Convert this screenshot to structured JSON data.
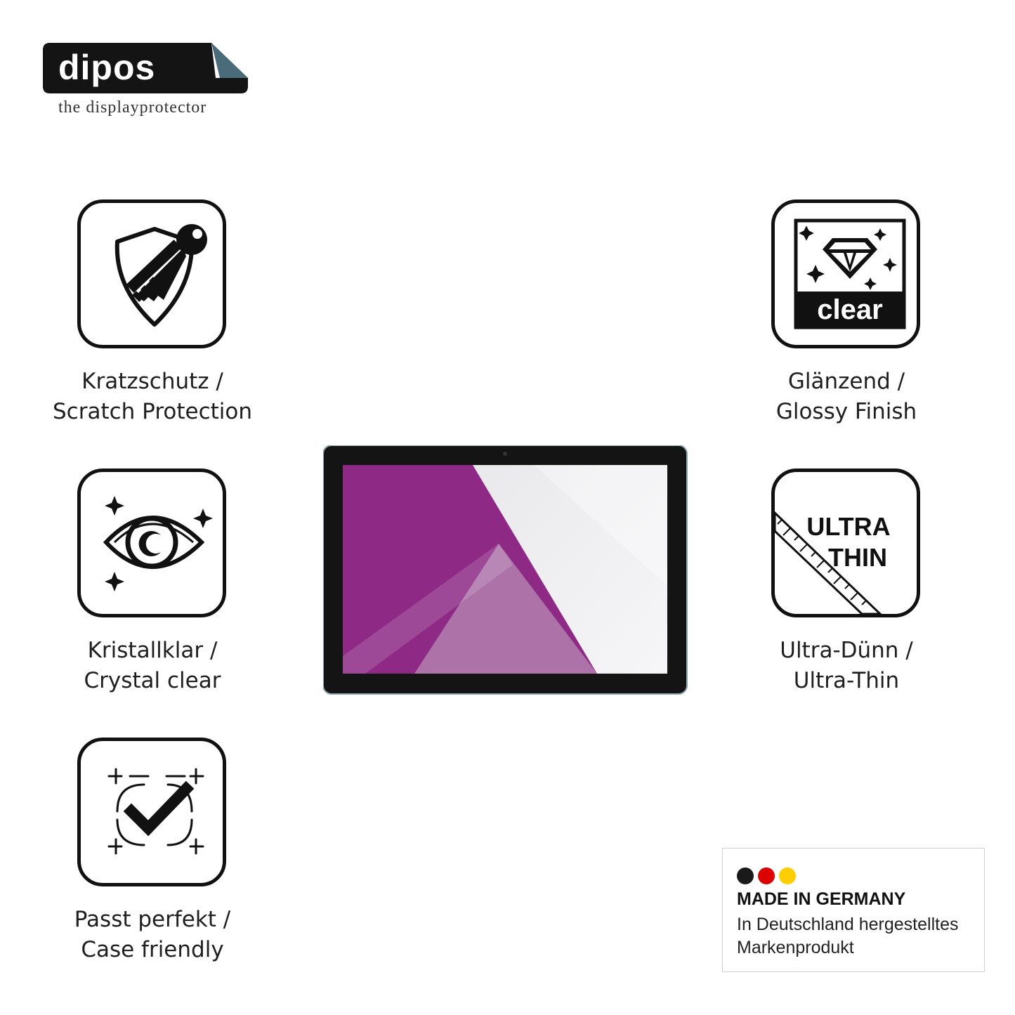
{
  "brand": {
    "name": "dipos",
    "tagline": "the displayprotector"
  },
  "features": {
    "scratch": {
      "line1": "Kratzschutz /",
      "line2": "Scratch Protection",
      "icon": "shield-key-icon"
    },
    "glossy": {
      "line1": "Glänzend /",
      "line2": "Glossy Finish",
      "icon": "diamond-clear-icon",
      "badge": "clear"
    },
    "crystal": {
      "line1": "Kristallklar /",
      "line2": "Crystal clear",
      "icon": "eye-sparkle-icon"
    },
    "thin": {
      "line1": "Ultra-Dünn /",
      "line2": "Ultra-Thin",
      "icon": "ruler-icon",
      "badge_line1": "ULTRA",
      "badge_line2": "THIN"
    },
    "case": {
      "line1": "Passt perfekt /",
      "line2": "Case friendly",
      "icon": "check-frame-icon"
    }
  },
  "germany": {
    "title": "MADE IN GERMANY",
    "line1": "In Deutschland hergestelltes",
    "line2": "Markenprodukt",
    "flag_colors": [
      "#1a1a1a",
      "#dd0000",
      "#ffce00"
    ]
  },
  "colors": {
    "screen_purple": "#8e2a86",
    "bezel": "#141414"
  }
}
